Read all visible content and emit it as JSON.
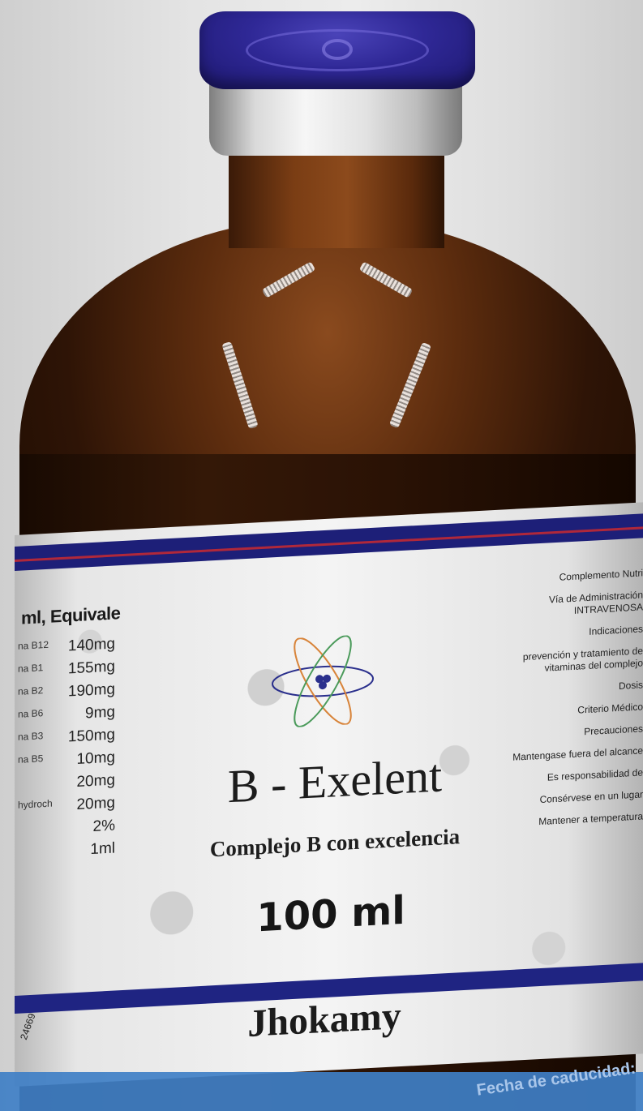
{
  "label": {
    "equivalence_heading": "ml, Equivale",
    "ingredients": [
      {
        "name": "na B12",
        "amount": "140mg"
      },
      {
        "name": "na B1",
        "amount": "155mg"
      },
      {
        "name": "na B2",
        "amount": "190mg"
      },
      {
        "name": "na B6",
        "amount": "9mg"
      },
      {
        "name": "na B3",
        "amount": "150mg"
      },
      {
        "name": "na B5",
        "amount": "10mg"
      },
      {
        "name": "",
        "amount": "20mg"
      },
      {
        "name": "hydrochloride",
        "amount": "20mg"
      },
      {
        "name": "",
        "amount": "2%"
      },
      {
        "name": "",
        "amount": "1ml"
      }
    ],
    "product_name": "B  -  Exelent",
    "subtitle": "Complejo B con excelencia",
    "volume": "100 ml",
    "manufacturer": "Jhokamy",
    "right_column": [
      "Complemento Nutri",
      "Vía de Administración INTRAVENOSA",
      "Indicaciones",
      "prevención y tratamiento de vitaminas del complejo",
      "Dosis",
      "Criterio Médico",
      "Precauciones",
      "Mantengase fuera del alcance",
      "Es responsabilidad de",
      "Consérvese en un lugar",
      "Mantener a temperatura"
    ],
    "lot_number": "24669",
    "expiry": "Fecha de caducidad:"
  },
  "colors": {
    "cap": "#2f2896",
    "stripe": "#1d1f78",
    "liquid": "#5c2c0e",
    "bottom_bar": "#3f7fc6"
  }
}
